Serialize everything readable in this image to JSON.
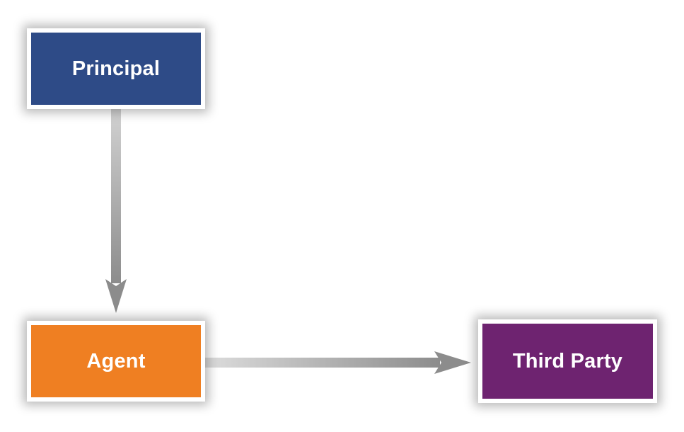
{
  "diagram": {
    "nodes": {
      "principal": {
        "label": "Principal",
        "color": "#2e4b87"
      },
      "agent": {
        "label": "Agent",
        "color": "#ef7f22"
      },
      "third_party": {
        "label": "Third Party",
        "color": "#6e2370"
      }
    },
    "edges": [
      {
        "from": "Principal",
        "to": "Agent"
      },
      {
        "from": "Agent",
        "to": "Third Party"
      }
    ],
    "arrow_color": "#8c8c8c"
  }
}
